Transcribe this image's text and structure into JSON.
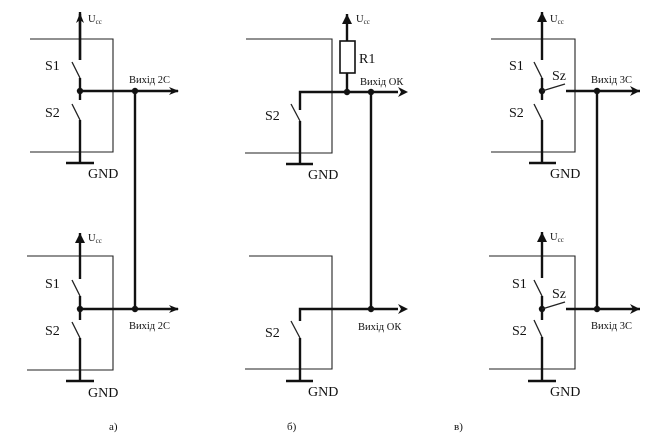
{
  "diagram": {
    "title": "Output stage types: push-pull (2C), open collector (OK), three-state (3C)",
    "panels": [
      {
        "id": "a",
        "caption": "а)",
        "type": "push-pull",
        "gates": [
          {
            "supply_label": "Ucc",
            "switches": [
              "S1",
              "S2"
            ],
            "ground_label": "GND",
            "output_label": "Вихід 2С"
          },
          {
            "supply_label": "Ucc",
            "switches": [
              "S1",
              "S2"
            ],
            "ground_label": "GND",
            "output_label": "Вихід 2С"
          }
        ]
      },
      {
        "id": "b",
        "caption": "б)",
        "type": "open-collector",
        "pullup": {
          "label": "R1",
          "supply_label": "Ucc"
        },
        "gates": [
          {
            "switches": [
              "S2"
            ],
            "ground_label": "GND",
            "output_label": "Вихід ОК"
          },
          {
            "switches": [
              "S2"
            ],
            "ground_label": "GND",
            "output_label": "Вихід ОК"
          }
        ]
      },
      {
        "id": "c",
        "caption": "в)",
        "type": "three-state",
        "gates": [
          {
            "supply_label": "Ucc",
            "switches": [
              "S1",
              "S2",
              "Sz"
            ],
            "ground_label": "GND",
            "output_label": "Вихід 3С"
          },
          {
            "supply_label": "Ucc",
            "switches": [
              "S1",
              "S2",
              "Sz"
            ],
            "ground_label": "GND",
            "output_label": "Вихід 3С"
          }
        ]
      }
    ]
  }
}
